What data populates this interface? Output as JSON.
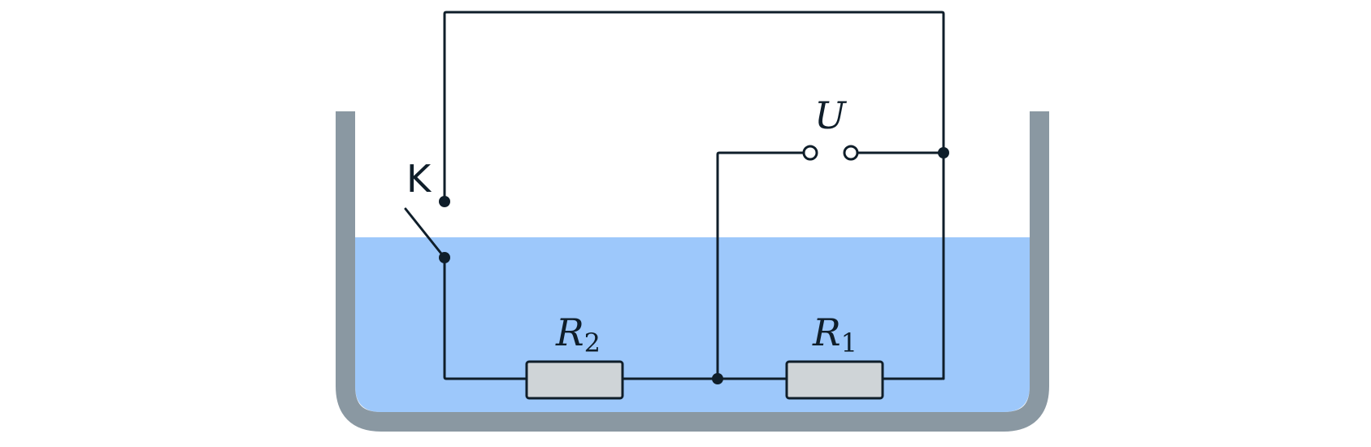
{
  "labels": {
    "switch": "K",
    "voltage": "U",
    "resistor2": {
      "main": "R",
      "sub": "2"
    },
    "resistor1": {
      "main": "R",
      "sub": "1"
    }
  },
  "colors": {
    "water": "#9dc8fb",
    "tank": "#8a98a2",
    "wire": "#0f1e2a",
    "resistor_fill": "#cfd4d7"
  }
}
